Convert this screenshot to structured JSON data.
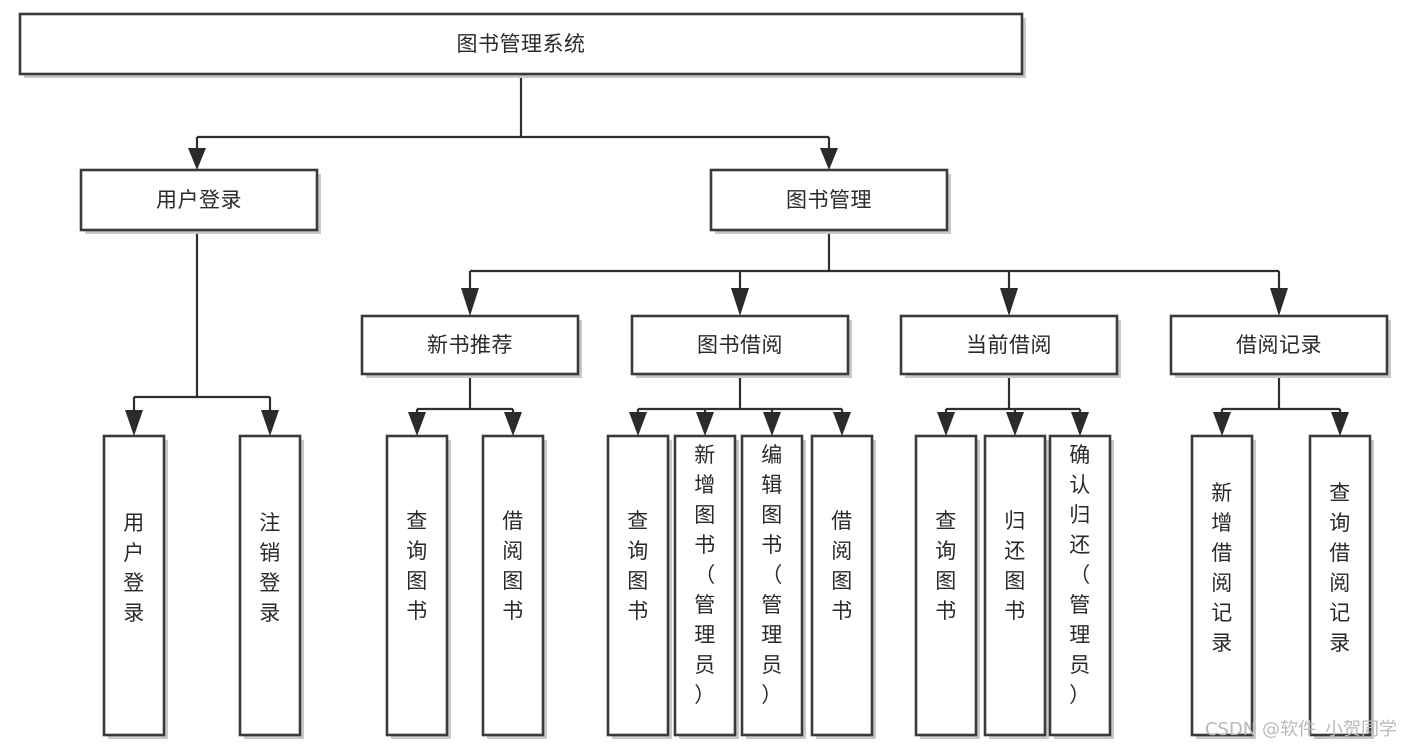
{
  "diagram": {
    "type": "tree",
    "title": "图书管理系统",
    "orientation": "top-down",
    "watermark": "CSDN @软件_小贺同学",
    "colors": {
      "background": "#ffffff",
      "node_fill": "#ffffff",
      "node_stroke": "#3a3a3a",
      "edge": "#2f2f2f",
      "text": "#2a2a2a",
      "shadow": "#c9c9c9",
      "watermark": "#b9b9b9"
    },
    "levels": [
      {
        "level": 0,
        "name": "root"
      },
      {
        "level": 1,
        "name": "modules"
      },
      {
        "level": 2,
        "name": "submodules"
      },
      {
        "level": 3,
        "name": "functions"
      }
    ],
    "nodes": {
      "root": {
        "id": "root",
        "label": "图书管理系统",
        "orientation": "horizontal"
      },
      "level1": [
        {
          "id": "user-login",
          "label": "用户登录",
          "orientation": "horizontal"
        },
        {
          "id": "book-manage",
          "label": "图书管理",
          "orientation": "horizontal"
        }
      ],
      "level2": [
        {
          "id": "new-book-rec",
          "label": "新书推荐",
          "orientation": "horizontal",
          "parent": "book-manage"
        },
        {
          "id": "book-borrow",
          "label": "图书借阅",
          "orientation": "horizontal",
          "parent": "book-manage"
        },
        {
          "id": "current-borrow",
          "label": "当前借阅",
          "orientation": "horizontal",
          "parent": "book-manage"
        },
        {
          "id": "borrow-record",
          "label": "借阅记录",
          "orientation": "horizontal",
          "parent": "book-manage"
        }
      ],
      "leaves": [
        {
          "id": "leaf-user-login",
          "label": "用户登录",
          "orientation": "vertical",
          "parent": "user-login"
        },
        {
          "id": "leaf-logout",
          "label": "注销登录",
          "orientation": "vertical",
          "parent": "user-login"
        },
        {
          "id": "leaf-query-book-1",
          "label": "查询图书",
          "orientation": "vertical",
          "parent": "new-book-rec"
        },
        {
          "id": "leaf-borrow-book-1",
          "label": "借阅图书",
          "orientation": "vertical",
          "parent": "new-book-rec"
        },
        {
          "id": "leaf-query-book-2",
          "label": "查询图书",
          "orientation": "vertical",
          "parent": "book-borrow"
        },
        {
          "id": "leaf-add-book",
          "label": "新增图书（管理员）",
          "orientation": "vertical",
          "parent": "book-borrow"
        },
        {
          "id": "leaf-edit-book",
          "label": "编辑图书（管理员）",
          "orientation": "vertical",
          "parent": "book-borrow"
        },
        {
          "id": "leaf-borrow-book-2",
          "label": "借阅图书",
          "orientation": "vertical",
          "parent": "book-borrow"
        },
        {
          "id": "leaf-query-book-3",
          "label": "查询图书",
          "orientation": "vertical",
          "parent": "current-borrow"
        },
        {
          "id": "leaf-return-book",
          "label": "归还图书",
          "orientation": "vertical",
          "parent": "current-borrow"
        },
        {
          "id": "leaf-confirm-return",
          "label": "确认归还（管理员）",
          "orientation": "vertical",
          "parent": "current-borrow"
        },
        {
          "id": "leaf-add-record",
          "label": "新增借阅记录",
          "orientation": "vertical",
          "parent": "borrow-record"
        },
        {
          "id": "leaf-query-record",
          "label": "查询借阅记录",
          "orientation": "vertical",
          "parent": "borrow-record"
        }
      ]
    }
  }
}
